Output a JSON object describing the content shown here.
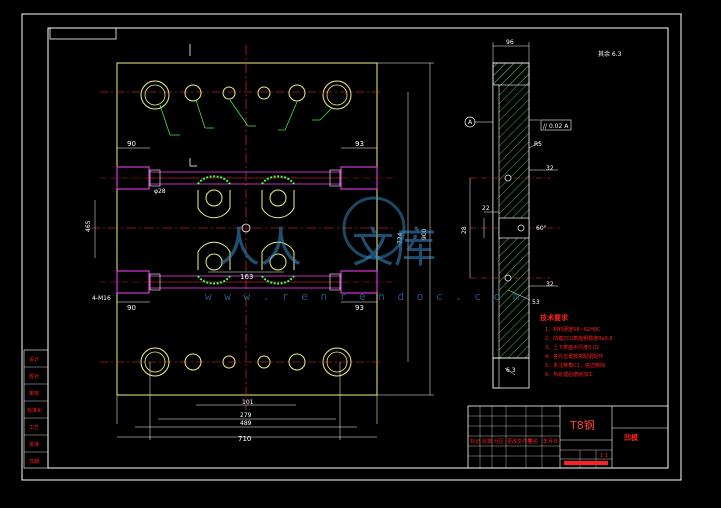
{
  "title_block": {
    "material": "T8钢",
    "part_name": "凹模",
    "scale": "1:1",
    "revision_cells": [
      "标记",
      "处数",
      "分区",
      "更改文件号",
      "签名",
      "年月日"
    ]
  },
  "side_block": {
    "items": [
      "设计",
      "校对",
      "审核",
      "标准化",
      "工艺",
      "批准",
      "日期"
    ]
  },
  "tech_requirements": {
    "heading": "技术要求",
    "items": [
      "1、材料硬度58~62HRC",
      "2、凹模刃口表面粗糙度Ra0.8",
      "3、上下表面平行度0.02",
      "4、各孔位置按装配图配作",
      "5、未注倒角C1，锐边倒钝",
      "6、热处理后磨削加工"
    ]
  },
  "surface_note": "其余 6.3",
  "dimensions": {
    "plan_width": "710",
    "plan_height": "900",
    "inner_height": "724",
    "left_offset": "90",
    "right_offset": "93",
    "left_offset_bottom": "90",
    "right_offset_bottom": "93",
    "center_height": "465",
    "mid_span": "163",
    "bottom_101": "101",
    "bottom_279": "279",
    "bottom_489": "489",
    "hole_note_top": "φ28",
    "hole_note_bottom": "4-M16",
    "section_width": "96",
    "section_32a": "32",
    "section_32b": "32",
    "section_22": "22",
    "section_28": "28",
    "section_53": "53",
    "section_angle": "60°",
    "section_rough": "6.3",
    "flatness": "// 0.02 A",
    "datum": "A",
    "chamfer": "R5"
  },
  "watermark": {
    "text_left": "人人",
    "text_right": "文库",
    "url": "w w w . r e n r e n d o c . c o m"
  },
  "colors": {
    "background": "#000000",
    "outline": "#ffffff",
    "part": "#f0f080",
    "center": "#ff3030",
    "dimension": "#ffffff",
    "annotation": "#40ff40",
    "guide": "#ff40ff",
    "hatch": "#40c040",
    "watermark": "#3a8fc8"
  }
}
